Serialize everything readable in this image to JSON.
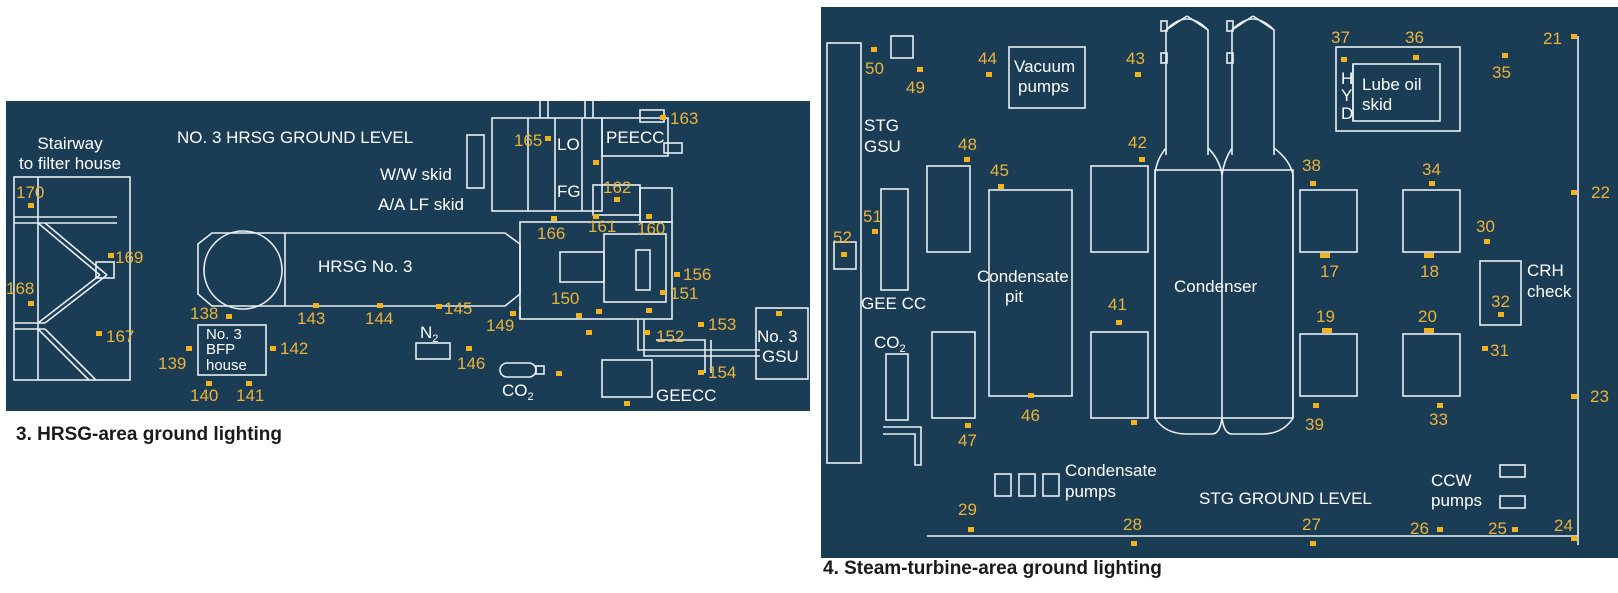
{
  "captions": {
    "left": "3. HRSG-area ground lighting",
    "right": "4. Steam-turbine-area ground lighting"
  },
  "colors": {
    "panel": "#1b3c55",
    "line": "#e8eef2",
    "number": "#eab33a",
    "fixture": "#f2b21d",
    "caption": "#1a1a1a"
  },
  "hrsg": {
    "labels": {
      "title": "NO. 3 HRSG GROUND LEVEL",
      "stair1": "Stairway",
      "stair2": "to filter house",
      "ww": "W/W skid",
      "aa": "A/A  LF skid",
      "lo": "LO",
      "fg": "FG",
      "peecc": "PEECC",
      "hrsg": "HRSG No. 3",
      "n2": "N",
      "n2sub": "2",
      "co2": "CO",
      "co2sub": "2",
      "geecc": "GEECC",
      "bfp1": "No. 3",
      "bfp2": "BFP",
      "bfp3": "house",
      "gsu1": "No. 3",
      "gsu2": "GSU"
    },
    "fixtures": [
      "170",
      "169",
      "168",
      "167",
      "163",
      "165",
      "162",
      "161",
      "160",
      "166",
      "156",
      "151",
      "150",
      "149",
      "152",
      "153",
      "154",
      "138",
      "143",
      "144",
      "145",
      "146",
      "142",
      "139",
      "140",
      "141"
    ]
  },
  "stg": {
    "labels": {
      "stg1": "STG",
      "stg2": "GSU",
      "vac1": "Vacuum",
      "vac2": "pumps",
      "hyd1": "H",
      "hyd2": "Y",
      "hyd3": "D",
      "lube1": "Lube oil",
      "lube2": "skid",
      "geecc": "GEE CC",
      "co2": "CO",
      "co2sub": "2",
      "cond1": "Condensate",
      "cond2": "pit",
      "condenser": "Condenser",
      "crh1": "CRH",
      "crh2": "check",
      "cp1": "Condensate",
      "cp2": "pumps",
      "ground": "STG GROUND LEVEL",
      "ccw1": "CCW",
      "ccw2": "pumps"
    },
    "fixtures": [
      "50",
      "49",
      "44",
      "43",
      "37",
      "36",
      "35",
      "21",
      "48",
      "45",
      "42",
      "38",
      "34",
      "22",
      "30",
      "52",
      "51",
      "17",
      "18",
      "32",
      "41",
      "19",
      "20",
      "31",
      "46",
      "47",
      "39",
      "33",
      "23",
      "29",
      "28",
      "27",
      "26",
      "25",
      "24"
    ]
  }
}
